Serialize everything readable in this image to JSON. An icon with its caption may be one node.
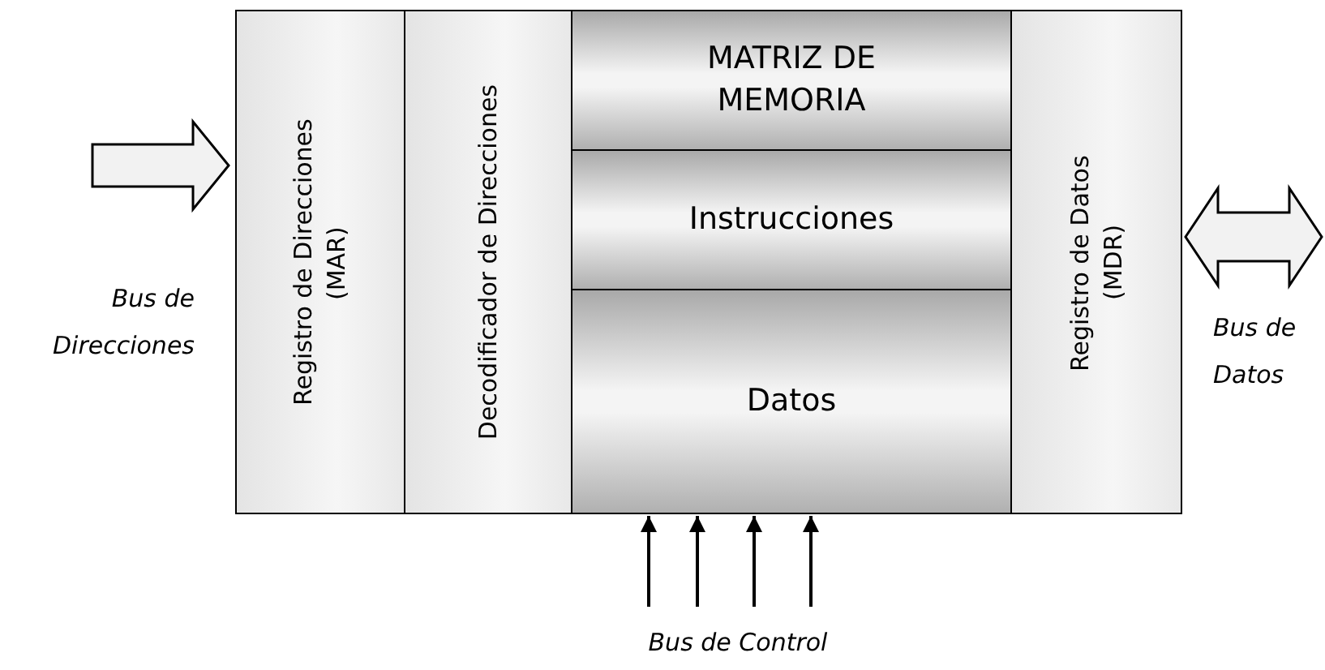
{
  "diagram": {
    "nodes": [
      {
        "text": [
          "Registro de Direcciones (MAR)"
        ]
      },
      {
        "text": [
          "Decodificador de Direcciones"
        ]
      },
      {
        "text": [
          "MATRIZ DE MEMORIA"
        ]
      },
      {
        "text": [
          "Instrucciones"
        ]
      },
      {
        "text": [
          "Datos"
        ]
      },
      {
        "text": [
          "Registro de Datos (MDR)"
        ]
      }
    ],
    "edges": [
      {
        "from": null,
        "to": 0,
        "arrow": "to"
      },
      {
        "from": 5,
        "to": null,
        "arrow": "both"
      },
      {
        "from": null,
        "to": 4,
        "arrow": "to"
      },
      {
        "from": null,
        "to": 4,
        "arrow": "to"
      },
      {
        "from": null,
        "to": 4,
        "arrow": "to"
      },
      {
        "from": null,
        "to": 4,
        "arrow": "to"
      }
    ],
    "labels": [
      "Bus de Direcciones",
      "Bus de Datos",
      "Bus de Control"
    ]
  }
}
